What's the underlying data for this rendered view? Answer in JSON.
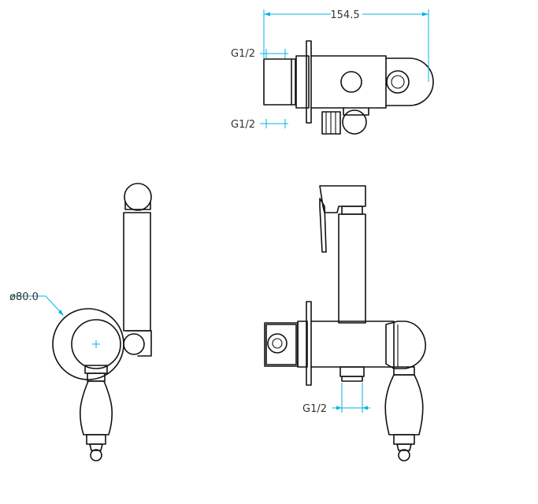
{
  "dimensions": {
    "overall_width": "154.5",
    "inlet_top": "G1/2",
    "inlet_bottom": "G1/2",
    "outlet_front": "G1/2",
    "flange_diameter": "ø80.0"
  },
  "colors": {
    "outline": "#111111",
    "dimension_line": "#00b3e6",
    "label_text": "#333333",
    "background": "#ffffff"
  }
}
